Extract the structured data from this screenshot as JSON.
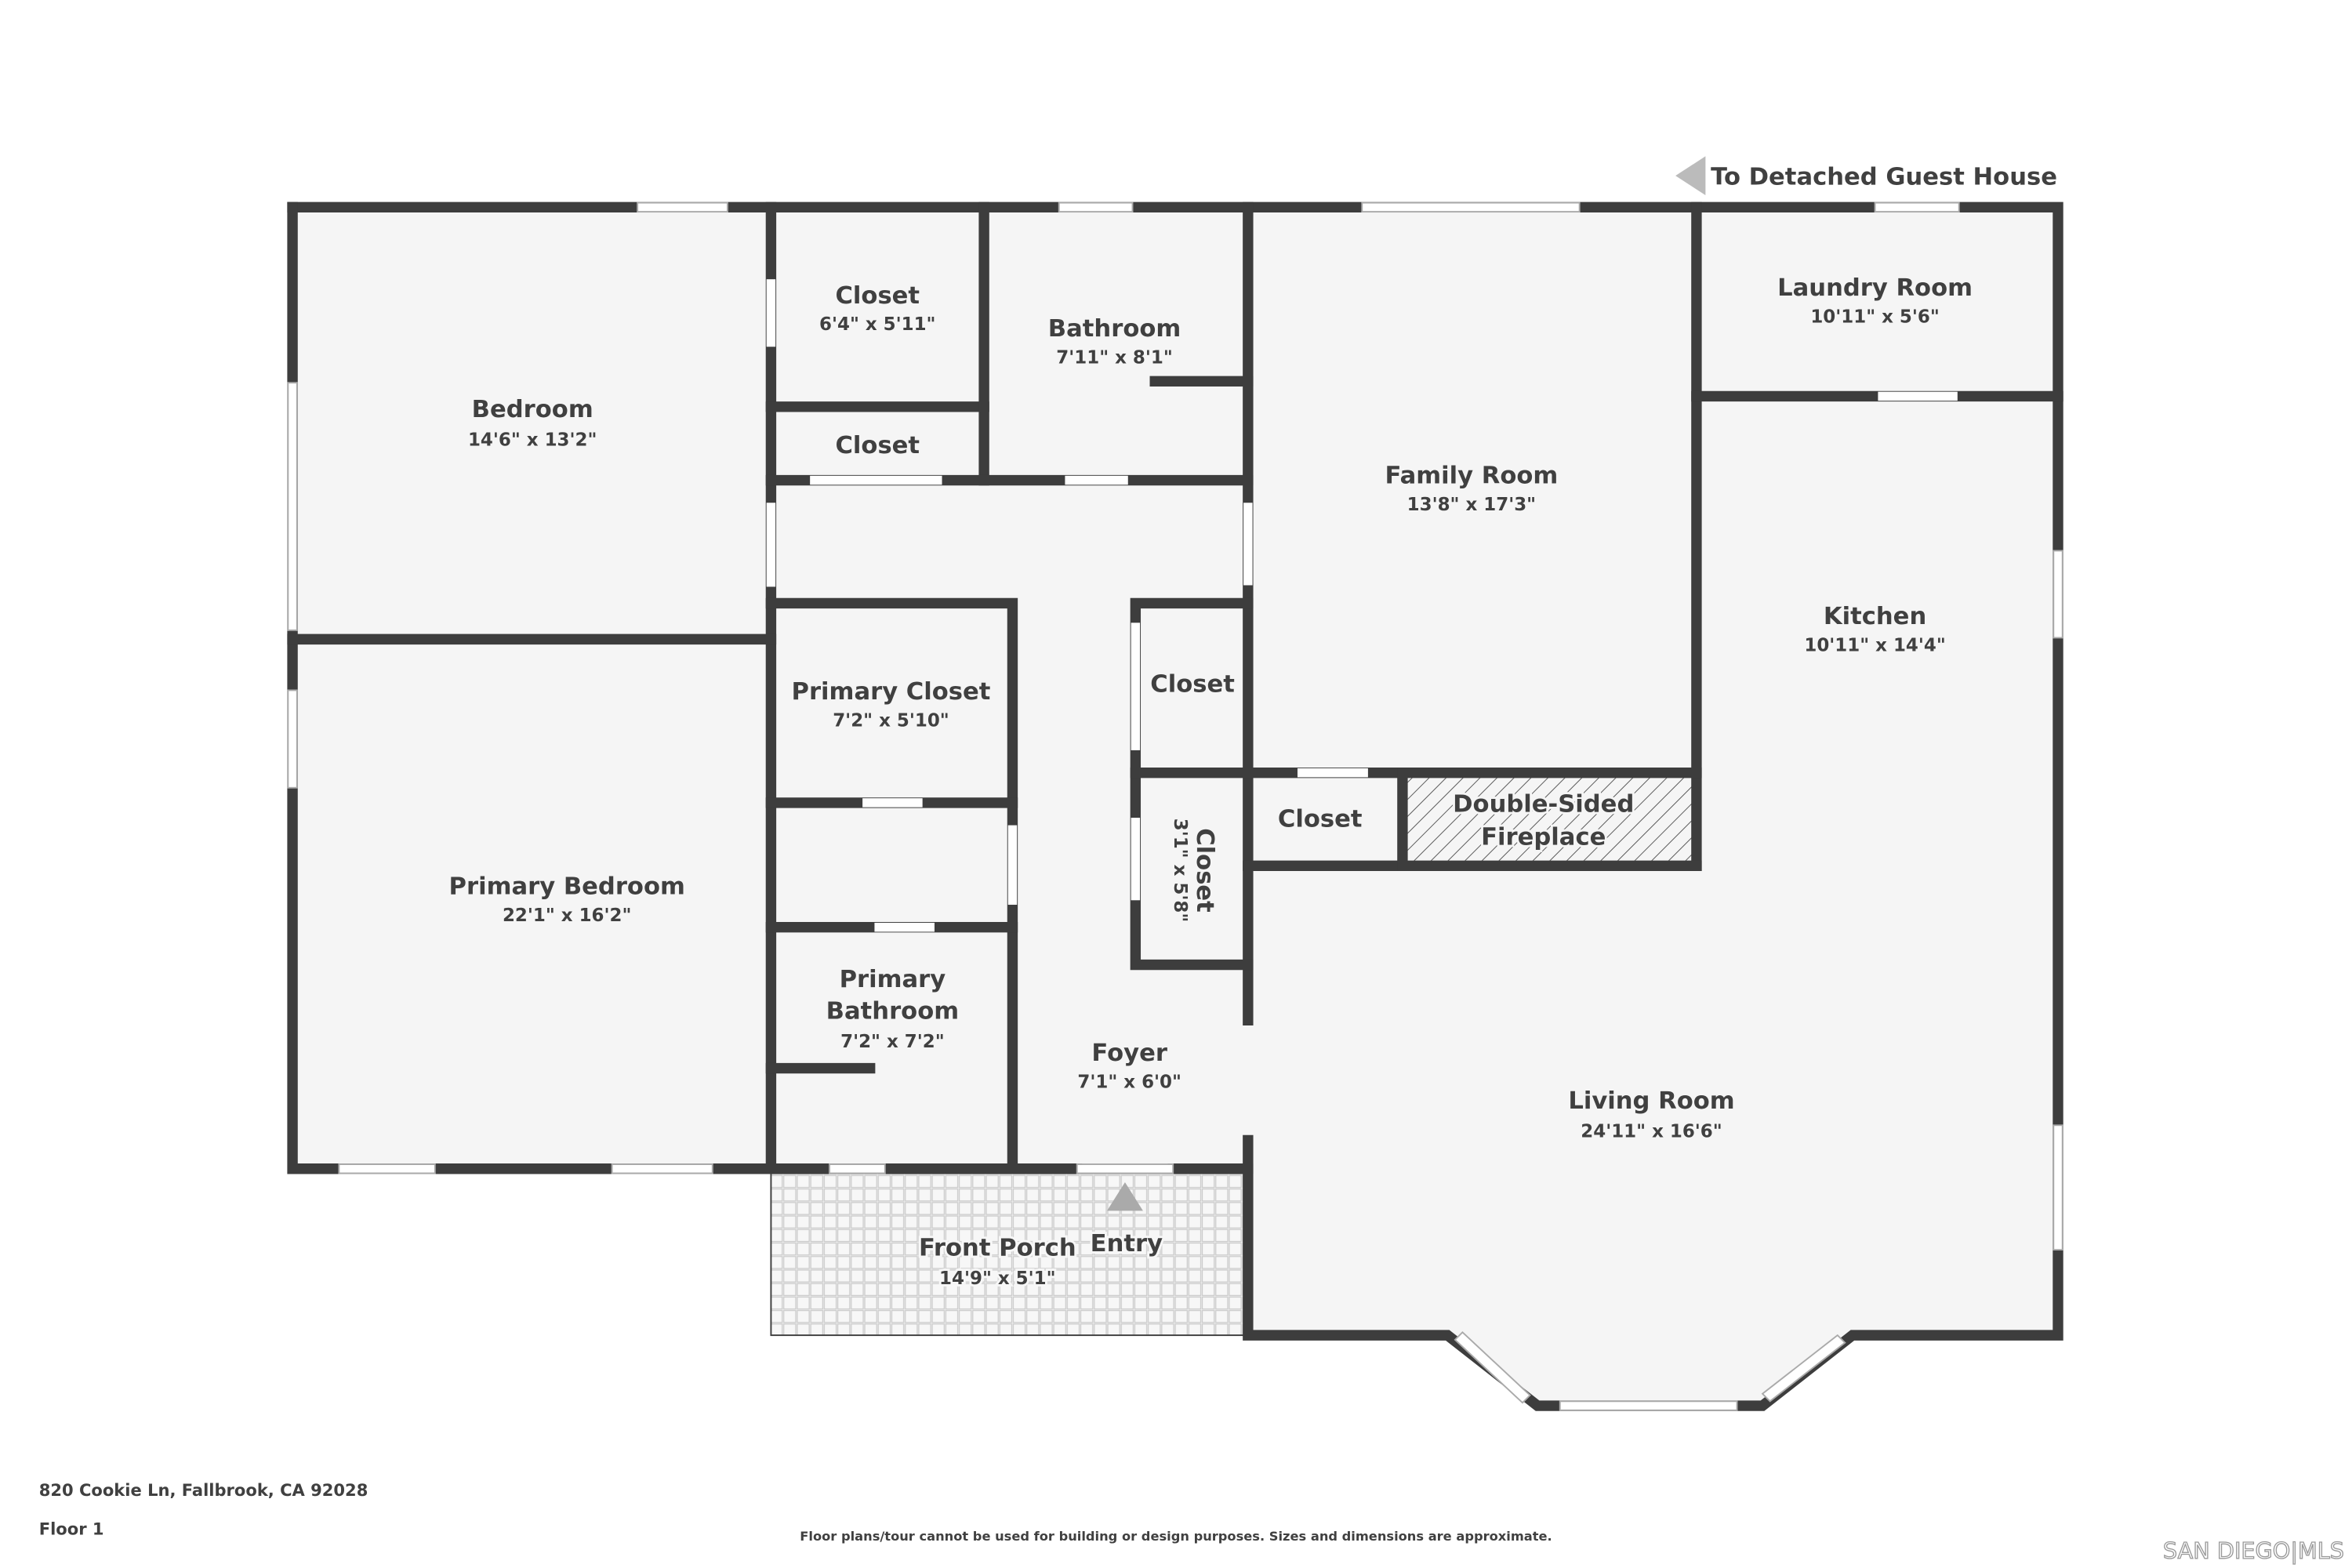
{
  "rooms": {
    "bedroom": {
      "name": "Bedroom",
      "dims": "14'6\" x 13'2\""
    },
    "closet_top": {
      "name": "Closet",
      "dims": "6'4\" x 5'11\""
    },
    "closet_small": {
      "name": "Closet"
    },
    "bathroom": {
      "name": "Bathroom",
      "dims": "7'11\" x 8'1\""
    },
    "family_room": {
      "name": "Family Room",
      "dims": "13'8\" x 17'3\""
    },
    "laundry_room": {
      "name": "Laundry Room",
      "dims": "10'11\" x 5'6\""
    },
    "kitchen": {
      "name": "Kitchen",
      "dims": "10'11\" x 14'4\""
    },
    "primary_closet": {
      "name": "Primary Closet",
      "dims": "7'2\" x 5'10\""
    },
    "closet_hall": {
      "name": "Closet"
    },
    "closet_vertical": {
      "name": "Closet",
      "dims": "3'1\" x 5'8\""
    },
    "closet_fireplace": {
      "name": "Closet"
    },
    "fireplace": {
      "name_line1": "Double-Sided",
      "name_line2": "Fireplace"
    },
    "primary_bedroom": {
      "name": "Primary Bedroom",
      "dims": "22'1\" x 16'2\""
    },
    "primary_bathroom": {
      "name_line1": "Primary",
      "name_line2": "Bathroom",
      "dims": "7'2\" x 7'2\""
    },
    "foyer": {
      "name": "Foyer",
      "dims": "7'1\" x 6'0\""
    },
    "living_room": {
      "name": "Living Room",
      "dims": "24'11\" x 16'6\""
    },
    "front_porch": {
      "name": "Front Porch",
      "dims": "14'9\" x 5'1\""
    }
  },
  "labels": {
    "entry": "Entry",
    "guest_house": "To Detached Guest House"
  },
  "footer": {
    "address": "820 Cookie Ln, Fallbrook, CA 92028",
    "floor": "Floor 1",
    "disclaimer": "Floor plans/tour cannot be used for building or design purposes. Sizes and dimensions are approximate.",
    "logo": "SAN DIEGO|MLS"
  },
  "colors": {
    "wall": "#3d3d3d",
    "floor": "#f5f5f5",
    "text": "#404040"
  }
}
